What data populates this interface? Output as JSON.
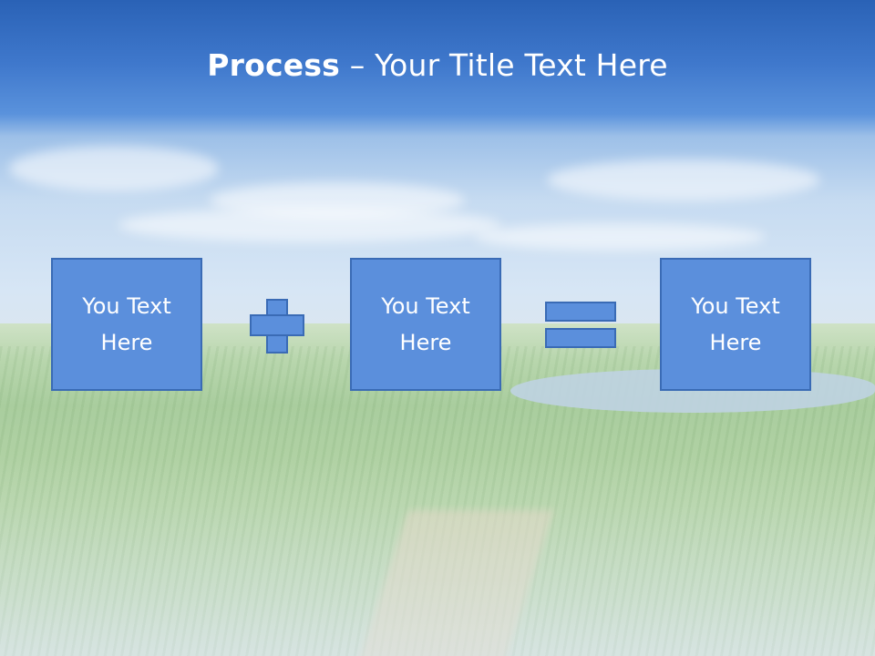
{
  "slide": {
    "title_bold": "Process",
    "title_rest": " – Your Title Text Here",
    "boxes": [
      {
        "line1": "You Text",
        "line2": "Here"
      },
      {
        "line1": "You Text",
        "line2": "Here"
      },
      {
        "line1": "You Text",
        "line2": "Here"
      }
    ],
    "operators": [
      "plus-icon",
      "equals-icon"
    ]
  },
  "colors": {
    "header_blue": "#2a62b6",
    "box_fill": "#5b8fdc",
    "box_border": "#3a6bb5",
    "text": "#ffffff"
  }
}
